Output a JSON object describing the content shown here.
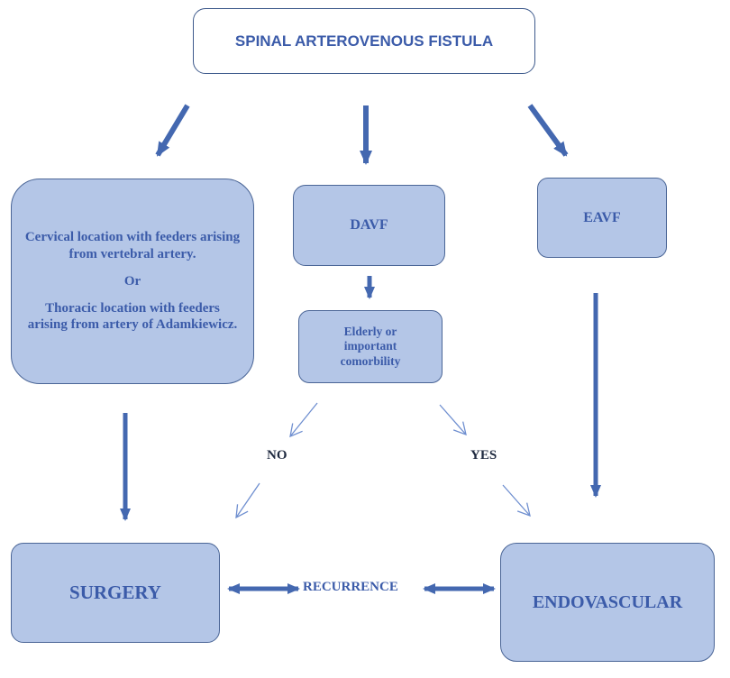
{
  "diagram": {
    "title": "SPINAL ARTEROVENOUS FISTULA",
    "left_box": {
      "line1": "Cervical location with feeders arising from vertebral artery.",
      "or": "Or",
      "line2": "Thoracic location with feeders arising from artery of Adamkiewicz."
    },
    "davf": "DAVF",
    "eavf": "EAVF",
    "elderly": "Elderly or important comorbility",
    "no": "NO",
    "yes": "YES",
    "surgery": "SURGERY",
    "recurrence": "RECURRENCE",
    "endovascular": "ENDOVASCULAR"
  },
  "colors": {
    "box_fill": "#b4c6e7",
    "box_border": "#4a6596",
    "arrow": "#4468b0",
    "text": "#3b5ba9"
  }
}
